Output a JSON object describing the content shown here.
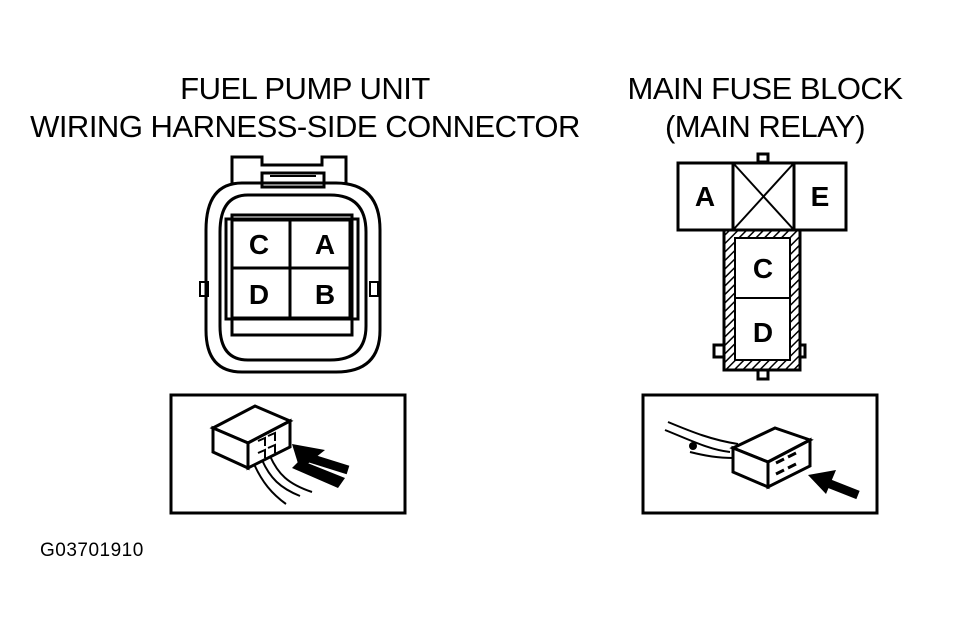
{
  "left_panel": {
    "title_line1": "FUEL PUMP UNIT",
    "title_line2": "WIRING HARNESS-SIDE CONNECTOR",
    "pins": {
      "top_left": "C",
      "top_right": "A",
      "bottom_left": "D",
      "bottom_right": "B"
    }
  },
  "right_panel": {
    "title_line1": "MAIN FUSE BLOCK",
    "title_line2": "(MAIN RELAY)",
    "terminals": {
      "left": "A",
      "right": "E",
      "lower_upper": "C",
      "lower_lower": "D"
    }
  },
  "figure_id": "G03701910",
  "icons": {
    "left_inset": "connector-insertion-icon",
    "right_inset": "connector-insertion-icon"
  }
}
